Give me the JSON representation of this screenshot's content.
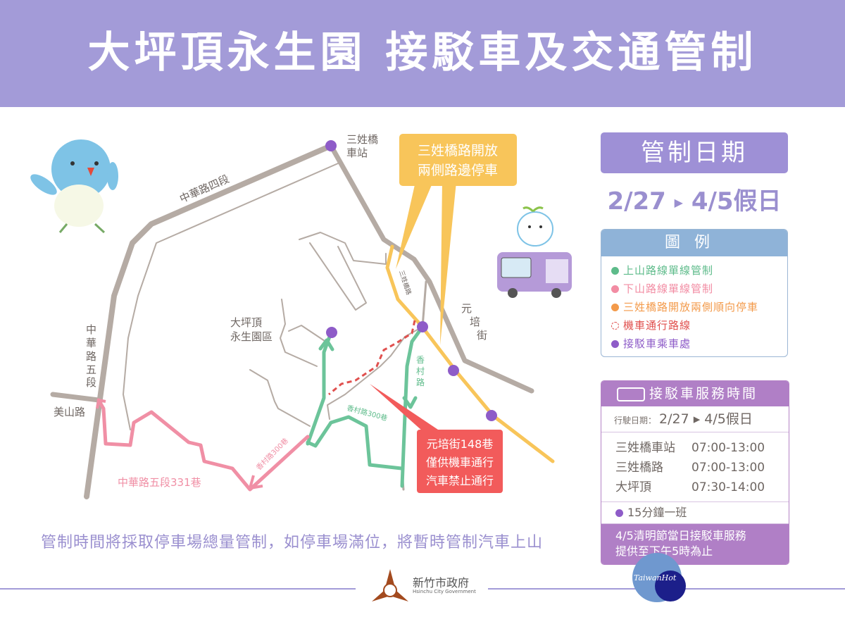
{
  "header": {
    "title": "大坪頂永生園 接駁車及交通管制"
  },
  "map": {
    "labels": {
      "zhonghua_4": "中華路四段",
      "zhonghua_5": [
        "中",
        "華",
        "路",
        "五",
        "段"
      ],
      "meishan": "美山路",
      "sanxingqiao_station": [
        "三姓橋",
        "車站"
      ],
      "cemetery": [
        "大坪頂",
        "永生園區"
      ],
      "sanxingqiao_road": "三姓橋路",
      "yuanpei": [
        "元",
        "培",
        "街"
      ],
      "xiangcun": [
        "香",
        "村",
        "路"
      ],
      "xiangcun_300_green": "香村路300巷",
      "xiangcun_300_pink": "香村路300巷",
      "zhonghua_331": "中華路五段331巷"
    },
    "callout_parking": [
      "三姓橋路開放",
      "兩側路邊停車"
    ],
    "callout_scooter": [
      "元培街148巷",
      "僅供機車通行",
      "汽車禁止通行"
    ],
    "colors": {
      "road": "#b5aba4",
      "uphill": "#6cc49a",
      "downhill": "#f08fa5",
      "parking": "#f8c55a",
      "scooter": "#e0504e",
      "stop": "#8e5cc8"
    }
  },
  "control_dates": {
    "label": "管制日期",
    "start": "2/27",
    "end": "4/5假日"
  },
  "legend": {
    "title": "圖例",
    "items": [
      {
        "label": "上山路線單線管制",
        "color": "#5dbb8a"
      },
      {
        "label": "下山路線單線管制",
        "color": "#f28ca3"
      },
      {
        "label": "三姓橋路開放兩側順向停車",
        "color": "#f39a4a"
      },
      {
        "label": "機車通行路線",
        "color": "#e0504e"
      },
      {
        "label": "接駁車乘車處",
        "color": "#8e5cc8"
      }
    ]
  },
  "service": {
    "title": "接駁車服務時間",
    "date_label": "行駛日期：",
    "date_value": "2/27 ▸ 4/5假日",
    "rows": [
      {
        "name": "三姓橋車站",
        "time": "07:00-13:00"
      },
      {
        "name": "三姓橋路",
        "time": "07:00-13:00"
      },
      {
        "name": "大坪頂",
        "time": "07:30-14:00"
      }
    ],
    "frequency": "15分鐘一班",
    "note": [
      "4/5清明節當日接駁車服務",
      "提供至下午5時為止"
    ]
  },
  "bottom_note": "管制時間將採取停車場總量管制，如停車場滿位，將暫時管制汽車上山",
  "footer": {
    "gov_name": "新竹市政府",
    "gov_name_en": "Hsinchu City Government",
    "watermark": "TaiwanHot"
  }
}
